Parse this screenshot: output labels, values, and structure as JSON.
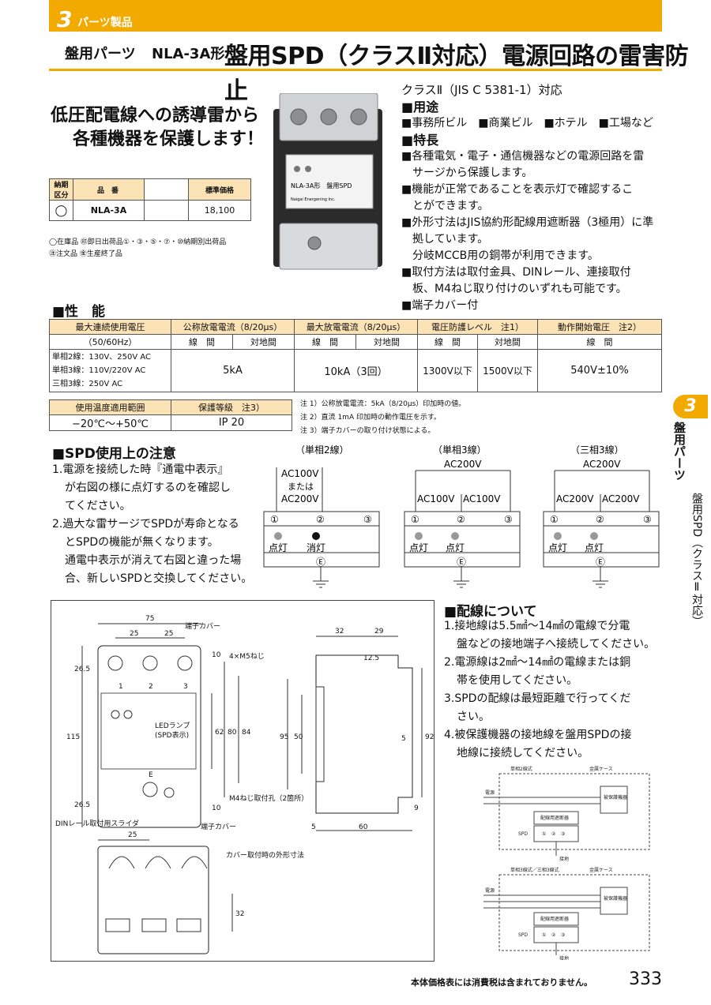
{
  "header": {
    "section_number": "3",
    "category": "パーツ製品",
    "sub_label": "盤用パーツ",
    "model": "NLA-3A形",
    "title": "盤用SPD（クラスⅡ対応）電源回路の雷害防止"
  },
  "side_tab": {
    "number": "3",
    "category": "盤用パーツ",
    "product": "盤用SPD（クラスⅡ対応）"
  },
  "catch_copy": {
    "line1": "低圧配電線への誘導雷から",
    "line2": "各種機器を保護します！"
  },
  "price_table": {
    "headers": [
      "納期区分",
      "品　番",
      "標準価格"
    ],
    "row": {
      "delivery": "◯",
      "part": "NLA-3A",
      "price": "18,100"
    },
    "legend1": "◯在庫品 ㊞即日出荷品①・③・⑤・⑦・⑩納期別出荷品",
    "legend2": "㊟注文品 ㊎生産終了品"
  },
  "photo": {
    "label1": "NLA-3A形　盤用SPD",
    "label2": "Naigai Energening Inc."
  },
  "features": {
    "class_line": "クラスⅡ（JIS C 5381-1）対応",
    "use_heading": "■用途",
    "use_text": "■事務所ビル　■商業ビル　■ホテル　■工場など",
    "feat_heading": "■特長",
    "f1a": "■各種電気・電子・通信機器などの電源回路を雷",
    "f1b": "サージから保護します。",
    "f2a": "■機能が正常であることを表示灯で確認するこ",
    "f2b": "とができます。",
    "f3a": "■外形寸法はJIS協約形配線用遮断器（3極用）に準",
    "f3b": "拠しています。",
    "f3c": "分岐MCCB用の銅帯が利用できます。",
    "f4a": "■取付方法は取付金具、DINレール、連接取付",
    "f4b": "板、M4ねじ取り付けのいずれも可能です。",
    "f5": "■端子カバー付"
  },
  "performance": {
    "heading": "■性　能",
    "h_voltage": "最大連続使用電圧",
    "h_nominal": "公称放電電流（8/20μs）",
    "h_max": "最大放電電流（8/20μs）",
    "h_protect": "電圧防護レベル　注1）",
    "h_start": "動作開始電圧　注2）",
    "freq": "（50/60Hz）",
    "sub_line": "線　間",
    "sub_ground": "対地間",
    "v1": "単相2線：130V、250V AC",
    "v2": "単相3線：110V/220V AC",
    "v3": "三相3線：250V AC",
    "nominal_val": "5kA",
    "max_val": "10kA（3回）",
    "protect_line": "1300V以下",
    "protect_ground": "1500V以下",
    "start_val": "540V±10%",
    "env_h1": "使用温度適用範囲",
    "env_h2": "保護等級　注3）",
    "env_v1": "−20℃〜+50℃",
    "env_v2": "IP 20",
    "note1": "注 1）公称放電電流：5kA（8/20μs）印加時の値。",
    "note2": "注 2）直流 1mA 印加時の動作電圧を示す。",
    "note3": "注 3）端子カバーの取り付け状態による。"
  },
  "caution": {
    "heading": "■SPD使用上の注意",
    "c1a": "1.電源を接続した時『通電中表示』",
    "c1b": "が右図の様に点灯するのを確認し",
    "c1c": "てください。",
    "c2a": "2.過大な雷サージでSPDが寿命となる",
    "c2b": "とSPDの機能が無くなります。",
    "c2c": "通電中表示が消えて右図と違った場",
    "c2d": "合、新しいSPDと交換してください。"
  },
  "indicator_diagrams": {
    "d1_title": "（単相2線）",
    "d2_title": "（単相3線）",
    "d3_title": "（三相3線）",
    "d1_v1": "AC100V",
    "d1_v2": "または",
    "d1_v3": "AC200V",
    "ac200": "AC200V",
    "ac100": "AC100V",
    "t1": "①",
    "t2": "②",
    "t3": "③",
    "te": "Ⓔ",
    "lit": "点灯",
    "off": "消灯"
  },
  "drawing": {
    "w75": "75",
    "w25": "25",
    "d26_5": "26.5",
    "d115": "115",
    "d62": "62",
    "d80": "80",
    "d84": "84",
    "d10": "10",
    "d32": "32",
    "d29": "29",
    "d12_5": "12.5",
    "d95": "95",
    "d50": "50",
    "d92": "92",
    "d5": "5",
    "d9": "9",
    "d60": "60",
    "terminal_cover": "端子カバー",
    "screws": "4×M5ねじ",
    "led1": "LEDランプ",
    "led2": "(SPD表示)",
    "m4": "M4ねじ取付孔（2箇所）",
    "din": "DINレール取付用スライダ",
    "n1": "1",
    "n2": "2",
    "n3": "3",
    "ne": "E",
    "cover_dims": "カバー取付時の外形寸法"
  },
  "wiring": {
    "heading": "■配線について",
    "w1a": "1.接地線は5.5㎟〜14㎟の電線で分電",
    "w1b": "盤などの接地端子へ接続してください。",
    "w2a": "2.電源線は2㎟〜14㎟の電線または銅",
    "w2b": "帯を使用してください。",
    "w3a": "3.SPDの配線は最短距離で行ってくだ",
    "w3b": "さい。",
    "w4a": "4.被保護機器の接地線を盤用SPDの接",
    "w4b": "地線に接続してください。",
    "s1_title": "単相2線式",
    "s2_title": "単相3線式／三相3線式",
    "case": "金属ケース",
    "power": "電源",
    "device": "被保護機器",
    "breaker": "配線用遮断器",
    "spd": "SPD",
    "ground": "接地"
  },
  "footer": {
    "note": "本体価格表には消費税は含まれておりません。",
    "page": "333"
  }
}
